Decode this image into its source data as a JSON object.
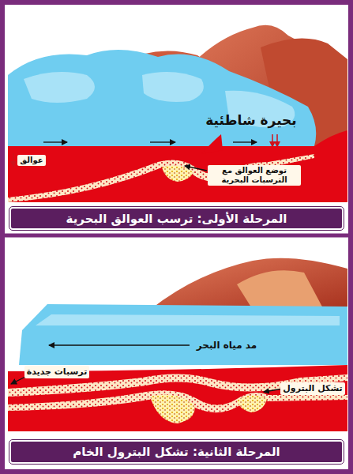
{
  "diagram": {
    "nodes": [
      {
        "text": [
          "المرحلة الأولى: ترسب العوالق البحرية"
        ]
      },
      {
        "text": [
          "المرحلة الثانية: تشكل البترول الخام"
        ]
      }
    ],
    "labels": [
      "بحيرة شاطئية",
      "عوالق",
      "توضع العوالق مع الترسبات البحرية",
      "مد مياه البحر",
      "ترسبات جديدة",
      "تشكل البترول"
    ]
  }
}
